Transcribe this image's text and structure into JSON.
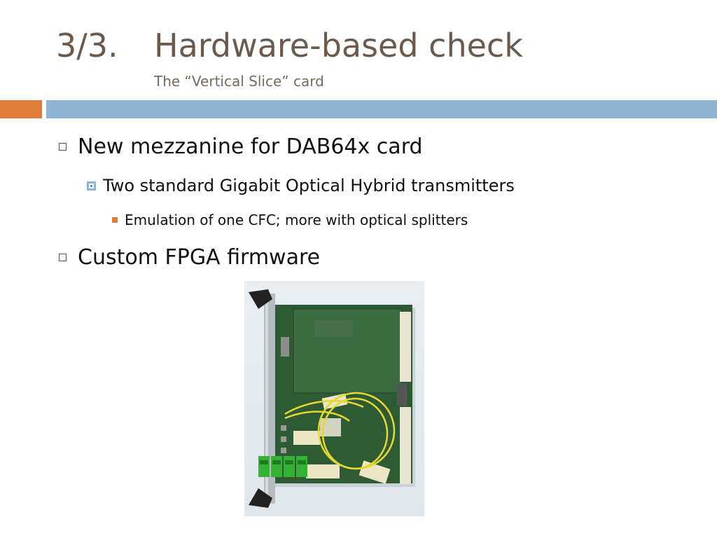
{
  "slide": {
    "number": "3/3.",
    "title": "Hardware-based check",
    "subtitle": "The “Vertical Slice” card"
  },
  "bullets": {
    "b1": "New mezzanine for DAB64x card",
    "b1_1": "Two standard Gigabit Optical Hybrid transmitters",
    "b1_1_1": "Emulation of one CFC; more with optical splitters",
    "b2": "Custom FPGA firmware"
  },
  "colors": {
    "title": "#6b5a4c",
    "accent_orange": "#e07b3a",
    "accent_blue": "#8fb3d2",
    "pcb_green": "#2f5b34",
    "fiber_yellow": "#e8d930",
    "connector_green": "#33b233"
  }
}
